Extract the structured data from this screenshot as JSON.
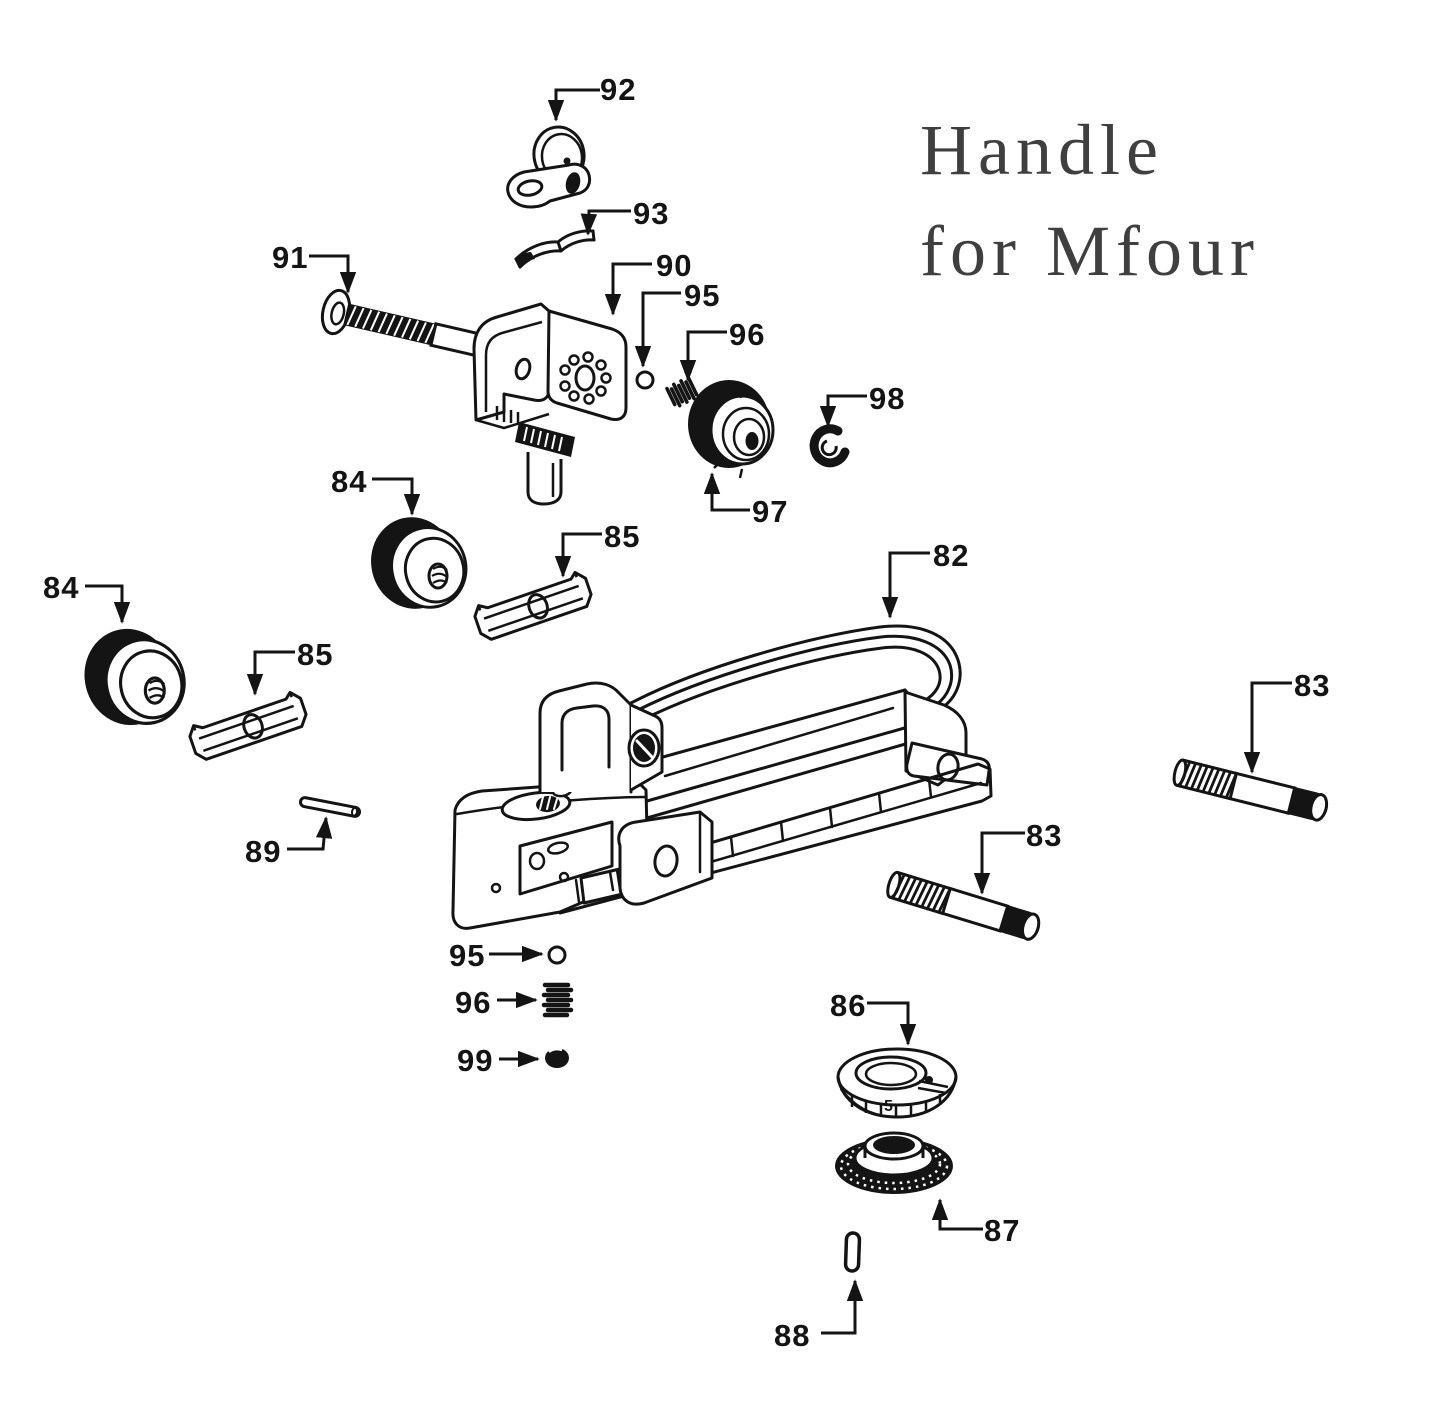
{
  "title": {
    "line1": "Handle",
    "line2": "for Mfour"
  },
  "colors": {
    "ink": "#141414",
    "title": "#3f3f3f",
    "background": "#ffffff"
  },
  "callouts": {
    "c82": "82",
    "c83_right": "83",
    "c83_middle": "83",
    "c84_top": "84",
    "c84_left": "84",
    "c85_top": "85",
    "c85_left": "85",
    "c86": "86",
    "c87": "87",
    "c88": "88",
    "c89": "89",
    "c90": "90",
    "c91": "91",
    "c92": "92",
    "c93": "93",
    "c95_top": "95",
    "c95_bottom": "95",
    "c96_top": "96",
    "c96_bottom": "96",
    "c97": "97",
    "c98": "98",
    "c99": "99"
  },
  "markings": {
    "dial_detent_number": "5"
  },
  "part_drawings": {
    "82": "carry-handle",
    "83": "clamp-screw",
    "84": "clamp-knob",
    "85": "clamp-bar",
    "86": "windage-dial",
    "87": "knurled-washer",
    "88": "pin",
    "89": "roll-pin",
    "90": "sight-base",
    "91": "flange-screw",
    "92": "sight-aperture",
    "93": "leaf-spring",
    "95": "detent-ball",
    "96": "detent-spring",
    "97": "elevation-knob",
    "98": "snap-ring",
    "99": "detent"
  }
}
